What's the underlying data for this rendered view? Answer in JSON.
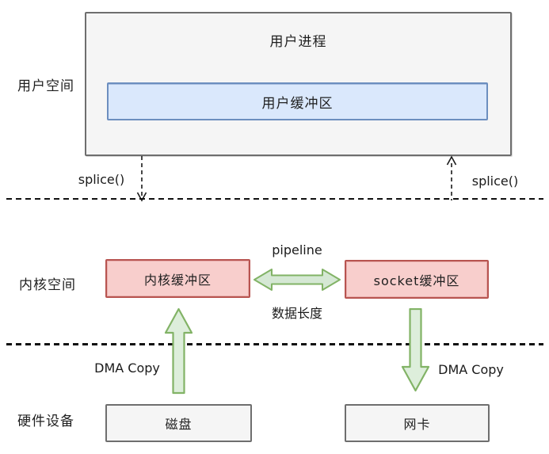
{
  "diagram": {
    "user_space": {
      "layer_label": "用户空间",
      "process_label": "用户进程",
      "buffer_label": "用户缓冲区"
    },
    "kernel_space": {
      "layer_label": "内核空间",
      "kernel_buffer_label": "内核缓冲区",
      "socket_buffer_label": "socket缓冲区",
      "pipeline_label": "pipeline",
      "data_length_label": "数据长度"
    },
    "hardware": {
      "layer_label": "硬件设备",
      "disk_label": "磁盘",
      "nic_label": "网卡"
    },
    "calls": {
      "splice_left": "splice()",
      "splice_right": "splice()",
      "dma_left": "DMA Copy",
      "dma_right": "DMA Copy"
    },
    "colors": {
      "user_buffer_fill": "#dae8fc",
      "user_buffer_border": "#6c8ebf",
      "kernel_buffer_fill": "#f8cecc",
      "kernel_buffer_border": "#b85450",
      "green_arrow_fill": "#d5e8d4",
      "green_arrow_border": "#82b366",
      "hardware_box_fill": "#f5f5f5",
      "hardware_box_border": "#6e6e6e",
      "separator_color": "#111111"
    }
  }
}
